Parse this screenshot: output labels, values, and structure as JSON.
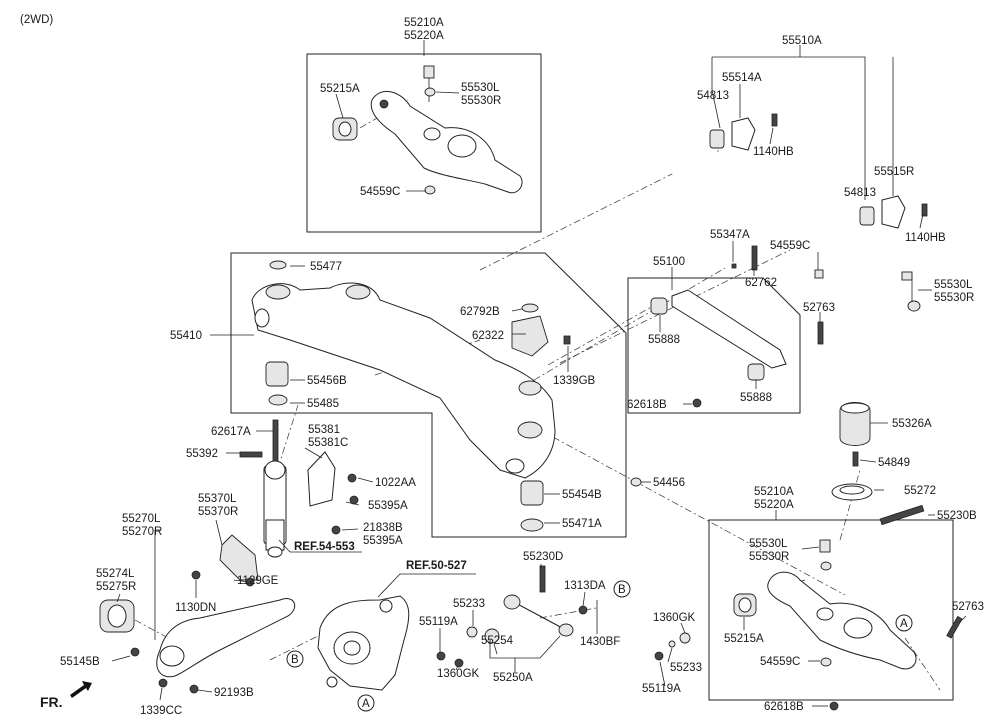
{
  "header": {
    "variant": "(2WD)"
  },
  "footer": {
    "front_arrow": "FR."
  },
  "callouts": {
    "a": "A",
    "b": "B"
  },
  "refs": {
    "ref1": "REF.54-553",
    "ref2": "REF.50-527"
  },
  "labels": {
    "p55210A_top": "55210A",
    "p55220A_top": "55220A",
    "p55215A_top": "55215A",
    "p55530L_top": "55530L",
    "p55530R_top": "55530R",
    "p54559C_top": "54559C",
    "p55510A": "55510A",
    "p55514A": "55514A",
    "p54813_a": "54813",
    "p1140HB_a": "1140HB",
    "p55515R": "55515R",
    "p54813_b": "54813",
    "p1140HB_b": "1140HB",
    "p55347A": "55347A",
    "p54559C_mid": "54559C",
    "p62762": "62762",
    "p55530L_mid": "55530L",
    "p55530R_mid": "55530R",
    "p55100": "55100",
    "p55888_a": "55888",
    "p55888_b": "55888",
    "p52763_a": "52763",
    "p62618B_a": "62618B",
    "p55477": "55477",
    "p62792B": "62792B",
    "p62322": "62322",
    "p55410": "55410",
    "p1339GB": "1339GB",
    "p55456B": "55456B",
    "p55485": "55485",
    "p62617A": "62617A",
    "p55381": "55381",
    "p55381C": "55381C",
    "p55392": "55392",
    "p1022AA": "1022AA",
    "p55395A_a": "55395A",
    "p55370L": "55370L",
    "p55370R": "55370R",
    "p21838B": "21838B",
    "p55395A_b": "55395A",
    "p54456": "54456",
    "p55454B": "55454B",
    "p55471A": "55471A",
    "p55326A": "55326A",
    "p54849": "54849",
    "p55272": "55272",
    "p55230B": "55230B",
    "p55210A_bot": "55210A",
    "p55220A_bot": "55220A",
    "p55530L_bot": "55530L",
    "p55530R_bot": "55530R",
    "p55215A_bot": "55215A",
    "p54559C_bot": "54559C",
    "p52763_b": "52763",
    "p62618B_b": "62618B",
    "p1360GK_a": "1360GK",
    "p55233_a": "55233",
    "p55119A_a": "55119A",
    "p55270L": "55270L",
    "p55270R": "55270R",
    "p55274L": "55274L",
    "p55275R": "55275R",
    "p55145B": "55145B",
    "p1130DN": "1130DN",
    "p1129GE": "1129GE",
    "p1339CC": "1339CC",
    "p92193B": "92193B",
    "p55230D": "55230D",
    "p55233_b": "55233",
    "p55119A_b": "55119A",
    "p55254": "55254",
    "p1313DA": "1313DA",
    "p1430BF": "1430BF",
    "p1360GK_b": "1360GK",
    "p55250A": "55250A"
  }
}
